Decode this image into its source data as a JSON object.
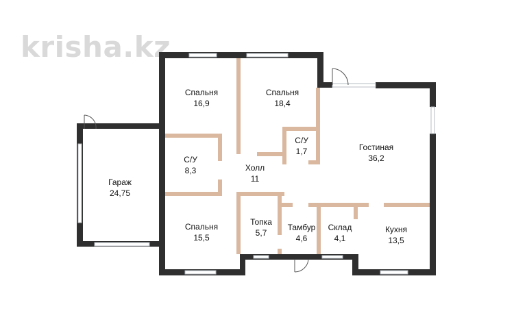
{
  "watermark": "krisha.kz",
  "rooms": [
    {
      "id": "bedroom-1",
      "name": "Спальня",
      "area": "16,9"
    },
    {
      "id": "bedroom-2",
      "name": "Спальня",
      "area": "18,4"
    },
    {
      "id": "bathroom-small",
      "name": "С/У",
      "area": "1,7"
    },
    {
      "id": "living-room",
      "name": "Гостиная",
      "area": "36,2"
    },
    {
      "id": "bathroom",
      "name": "С/У",
      "area": "8,3"
    },
    {
      "id": "hall",
      "name": "Холл",
      "area": "11"
    },
    {
      "id": "garage",
      "name": "Гараж",
      "area": "24,75"
    },
    {
      "id": "bedroom-3",
      "name": "Спальня",
      "area": "15,5"
    },
    {
      "id": "boiler-room",
      "name": "Топка",
      "area": "5,7"
    },
    {
      "id": "vestibule",
      "name": "Тамбур",
      "area": "4,6"
    },
    {
      "id": "storage",
      "name": "Склад",
      "area": "4,1"
    },
    {
      "id": "kitchen",
      "name": "Кухня",
      "area": "13,5"
    }
  ],
  "colors": {
    "wall": "#2f2f2f",
    "partition": "#d9b89f",
    "window": "#b7bcc3",
    "text": "#111111"
  }
}
